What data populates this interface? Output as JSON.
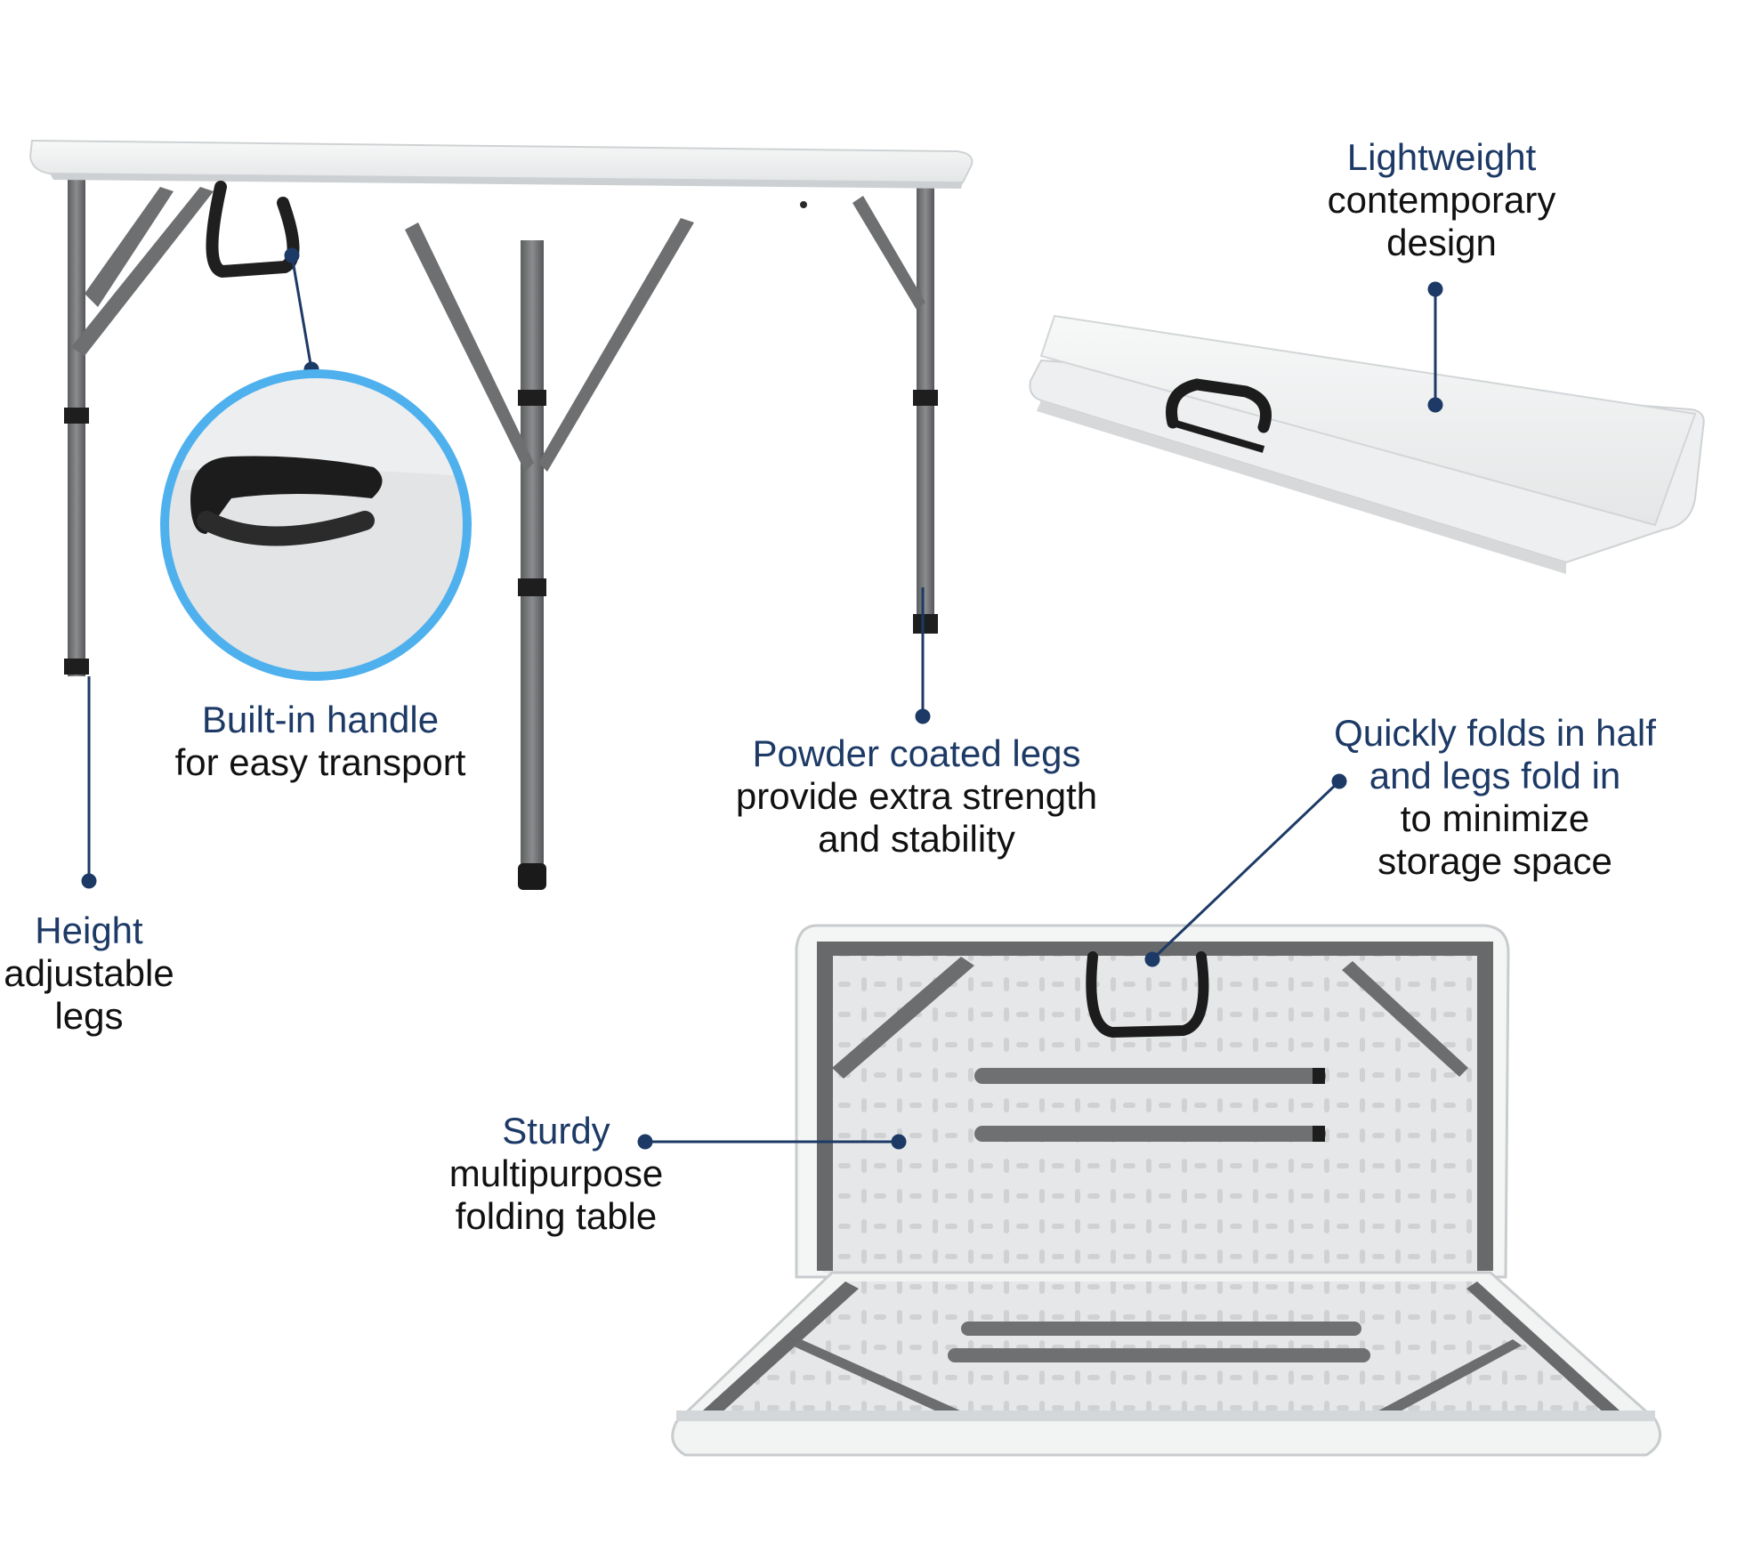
{
  "colors": {
    "accent_text": "#1d3a66",
    "body_text": "#111111",
    "highlight_ring": "#4fb0ee",
    "leader_line": "#1d3a66",
    "table_top": "#f2f3f3",
    "leg_metal": "#6f7173",
    "strap": "#1f1f1f"
  },
  "callouts": {
    "handle": {
      "accent": "Built-in handle",
      "lines": [
        "for easy transport"
      ]
    },
    "powder": {
      "accent": "Powder coated legs",
      "lines": [
        "provide extra strength",
        "and stability"
      ]
    },
    "height": {
      "accent": "Height",
      "lines": [
        "adjustable",
        "legs"
      ]
    },
    "lightweight": {
      "accent": "Lightweight",
      "lines": [
        "contemporary",
        "design"
      ]
    },
    "folds": {
      "accent": "Quickly folds in half",
      "accent2": "and legs fold in",
      "lines": [
        "to minimize",
        "storage space"
      ]
    },
    "sturdy": {
      "accent": "Sturdy",
      "lines": [
        "multipurpose",
        "folding table"
      ]
    }
  },
  "icons": [
    "handle-zoom-inset",
    "folded-table-image",
    "open-table-image",
    "standing-table-image"
  ]
}
